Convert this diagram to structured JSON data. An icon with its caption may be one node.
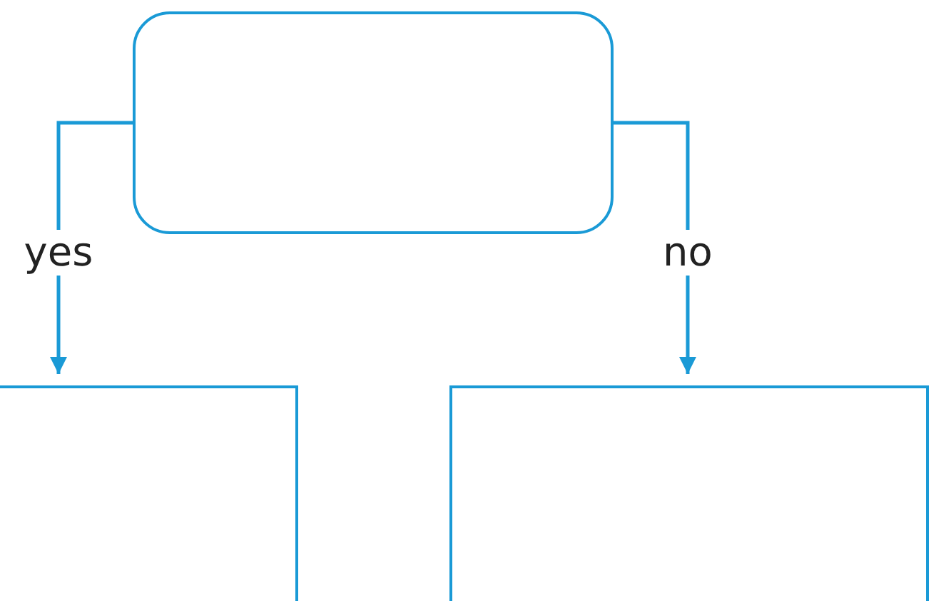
{
  "diagram": {
    "nodes": [
      {
        "text": [],
        "shape": "box"
      },
      {
        "text": [],
        "shape": "box"
      },
      {
        "text": [],
        "shape": "box"
      }
    ],
    "edges": [
      {
        "from": 0,
        "to": 1,
        "arrow": "to",
        "label": "yes"
      },
      {
        "from": 0,
        "to": 2,
        "arrow": "to",
        "label": "no"
      }
    ]
  }
}
